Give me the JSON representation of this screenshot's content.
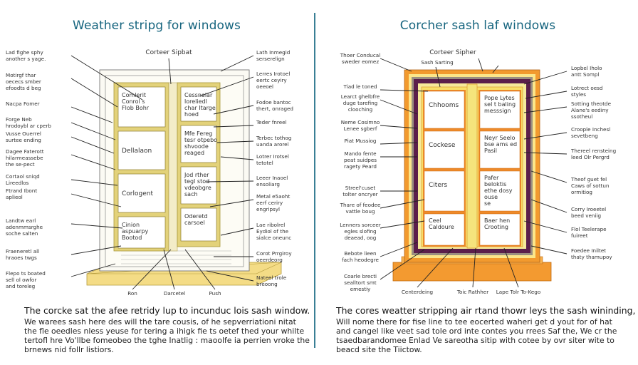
{
  "left": {
    "title": "Weather stripg for windows",
    "top_label": "Corteer Sipbat",
    "labels_left": [
      [
        "Lad fighe sphy",
        "another s yage."
      ],
      [
        "Motirgf thar",
        "oececs smber",
        "efoodts d beg"
      ],
      [
        "Nacpa Fomer"
      ],
      [
        "Forge Neb",
        "hrodoybl ar cperb"
      ],
      [
        "Vusse Ouerrel",
        "surtee ending"
      ],
      [
        "Dagee Faterott",
        "hilarmeassebe",
        "the se-pect"
      ],
      [
        "Cortaol sniqd",
        "Lireedlos"
      ],
      [
        "Ftrand Ibont",
        "aplieol"
      ],
      [
        "Landtw earl",
        "adenmmsrghe",
        "soche salten"
      ],
      [
        "Fraeneretl all",
        "hraoes twgs"
      ],
      [
        "Flepo ts boated",
        "sell ol owfor",
        "and toreleg"
      ]
    ],
    "labels_right": [
      [
        "Lath Inmegid",
        "serserelign"
      ],
      [
        "Lerres Irotoel",
        "eertc ceyiry",
        "oeeoel"
      ],
      [
        "Fodoe bantoc",
        "thert, onraged"
      ],
      [
        "Teder fnreel"
      ],
      [
        "Terbec tothog",
        "uanda arorel"
      ],
      [
        "Lotrer Irotsel",
        "tetotel"
      ],
      [
        "Leeer Inaoel",
        "ensoliarg"
      ],
      [
        "Metal e5aoht",
        "eerf ceriry",
        "engripsyl"
      ],
      [
        "Lae ribolrel",
        "Eydiol of the",
        "sialce oneunc"
      ],
      [
        "Corot Prrgiroy",
        "oeerdeorg"
      ],
      [
        "Nateel trole",
        "breoong"
      ]
    ],
    "bottom_labels": [
      "Ron",
      "Darcetel",
      "Push"
    ],
    "panes": [
      [
        "Comlerit",
        "",
        "Conrol s",
        "Flob Bohr"
      ],
      [
        "Cessnelar",
        "loreliedl",
        "char Itarge",
        "hoed"
      ],
      [
        "Dellalaon"
      ],
      [
        "Mfe Fereg",
        "tesr otpebo",
        "shvoode",
        "reaged"
      ],
      [
        "Corlogent"
      ],
      [
        "Jod rther",
        "tegl stod",
        "vdeobgre",
        "sach"
      ],
      [
        "Cinion",
        "aspuarpy",
        "Bootod"
      ],
      [
        "Oderetd",
        "carsoel"
      ]
    ],
    "description": {
      "lead": "The corcke sat the afee retridy lup to incunduc lois sash window.",
      "lines": [
        "We warees sash here des will the tare cousis, of he sepverriationi nitat",
        "the fle oeedles nless yeuse for tering a ihigk fie ts oetef thed your whilte",
        "tertofl hre Vo'llbe fomeobeo the tghe Inatlig : maoolfe ia perrien vroke the",
        "brnews nid follr listiors."
      ]
    }
  },
  "right": {
    "title": "Corcher sash laf windows",
    "top_label": "Corteer Sipher",
    "sub_label": "Sash Sarting",
    "labels_left": [
      [
        "Thoer Conducal",
        "sweder eomez"
      ],
      [
        "Tiad le toned"
      ],
      [
        "Learct ghelbfre",
        "duge tarefing",
        "clooching"
      ],
      [
        "Neme Cosimno",
        "Lenee sgberf"
      ],
      [
        "Piat Mussiog"
      ],
      [
        "Mando fente",
        "peat suidpes",
        "ragety Peard"
      ],
      [
        "Streel'cuset",
        "tolter oncryer"
      ],
      [
        "Thare of feodee",
        "vattle boug"
      ],
      [
        "Lenners sorceer",
        "egles slofing",
        "deaead, oog"
      ],
      [
        "Bebote lieen",
        "fach heodegre"
      ],
      [
        "Coarle brecti",
        "sealltort smt",
        "emestiy"
      ]
    ],
    "labels_right": [
      [
        "Lopbel Iholo",
        "antt Sompl"
      ],
      [
        "Lotrect oesd",
        "styles"
      ],
      [
        "Sotting theotde",
        "Alane's eediny",
        "ssotheul"
      ],
      [
        "Croople Inchesl",
        "sevetbeng"
      ],
      [
        "Thereel rensteing",
        "leed Olr Pergrd"
      ],
      [
        "Theof guet fel",
        "Caws of sottun",
        "ormitiog"
      ],
      [
        "Corry Iroeetel",
        "beed veniig"
      ],
      [
        "Flol Teelerape",
        "fuireet"
      ],
      [
        "Foedee Iniltet",
        "thaty thamupoy"
      ]
    ],
    "bottom_labels": [
      "Centerdeing",
      "Toic Rathher",
      "Lape Tolr To-Kego"
    ],
    "panes": [
      [
        "Chhooms"
      ],
      [
        "Pope Lytes",
        "sel t baling",
        "messsign"
      ],
      [
        "Cockese"
      ],
      [
        "Neyr Seelo",
        "bse ams ed",
        "Pasil"
      ],
      [
        "Citers"
      ],
      [
        "Pafer",
        "beloktis",
        "ethe dosy",
        "ouse",
        "se"
      ],
      [
        "Ceel",
        "Caldoure"
      ],
      [
        "Baer hen",
        "Crooting"
      ]
    ],
    "description": {
      "lead": "The cores weatter stripping air rtand thowr leys the sash wininding,",
      "lines": [
        "Will nome there for fise line to tee eocerted waheri get d yout for of hat",
        "and cangel like veet sad tole ord inte contes you rrees Saf the, We cr the",
        "tsaedbarandomee Enlad Ve sareotha sitip with cotee by ovr siter wite to",
        "beacd site the Tiictow."
      ]
    }
  },
  "colors": {
    "title": "#17657f",
    "divider": "#3a7f95",
    "left_frame": "#e3d27a",
    "left_sill": "#f4dc86",
    "right_outer": "#f29a2e",
    "right_yellow": "#f8e06a",
    "right_purple": "#5b1f4b",
    "right_sill": "#f39a30"
  }
}
